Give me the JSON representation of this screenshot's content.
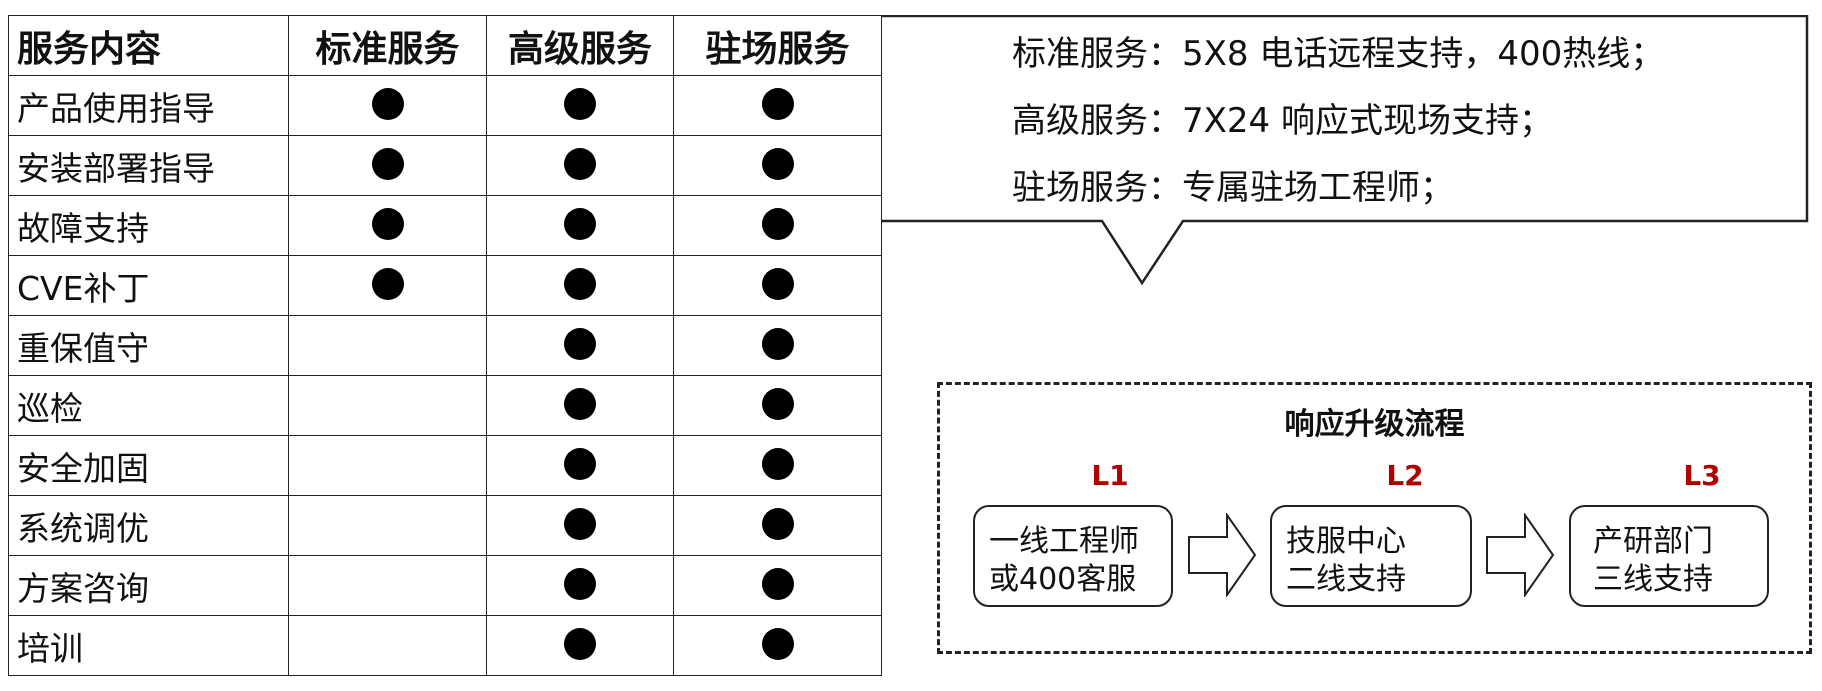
{
  "table": {
    "headers": [
      "服务内容",
      "标准服务",
      "高级服务",
      "驻场服务"
    ],
    "rows": [
      {
        "name": "产品使用指导",
        "standard": true,
        "advanced": true,
        "onsite": true
      },
      {
        "name": "安装部署指导",
        "standard": true,
        "advanced": true,
        "onsite": true
      },
      {
        "name": "故障支持",
        "standard": true,
        "advanced": true,
        "onsite": true
      },
      {
        "name": "CVE补丁",
        "standard": true,
        "advanced": true,
        "onsite": true
      },
      {
        "name": "重保值守",
        "standard": false,
        "advanced": true,
        "onsite": true
      },
      {
        "name": "巡检",
        "standard": false,
        "advanced": true,
        "onsite": true
      },
      {
        "name": "安全加固",
        "standard": false,
        "advanced": true,
        "onsite": true
      },
      {
        "name": "系统调优",
        "standard": false,
        "advanced": true,
        "onsite": true
      },
      {
        "name": "方案咨询",
        "standard": false,
        "advanced": true,
        "onsite": true
      },
      {
        "name": "培训",
        "standard": false,
        "advanced": true,
        "onsite": true
      }
    ]
  },
  "callout": {
    "lines": [
      "标准服务：5X8 电话远程支持，400热线；",
      "高级服务：7X24 响应式现场支持；",
      "驻场服务：专属驻场工程师；"
    ]
  },
  "escalation": {
    "title": "响应升级流程",
    "stages": [
      {
        "level": "L1",
        "line1": "一线工程师",
        "line2": "或400客服"
      },
      {
        "level": "L2",
        "line1": "技服中心",
        "line2": "二线支持"
      },
      {
        "level": "L3",
        "line1": "产研部门",
        "line2": "三线支持"
      }
    ]
  },
  "colors": {
    "level_label": "#b00000",
    "border": "#222222",
    "mark": "#000000"
  }
}
